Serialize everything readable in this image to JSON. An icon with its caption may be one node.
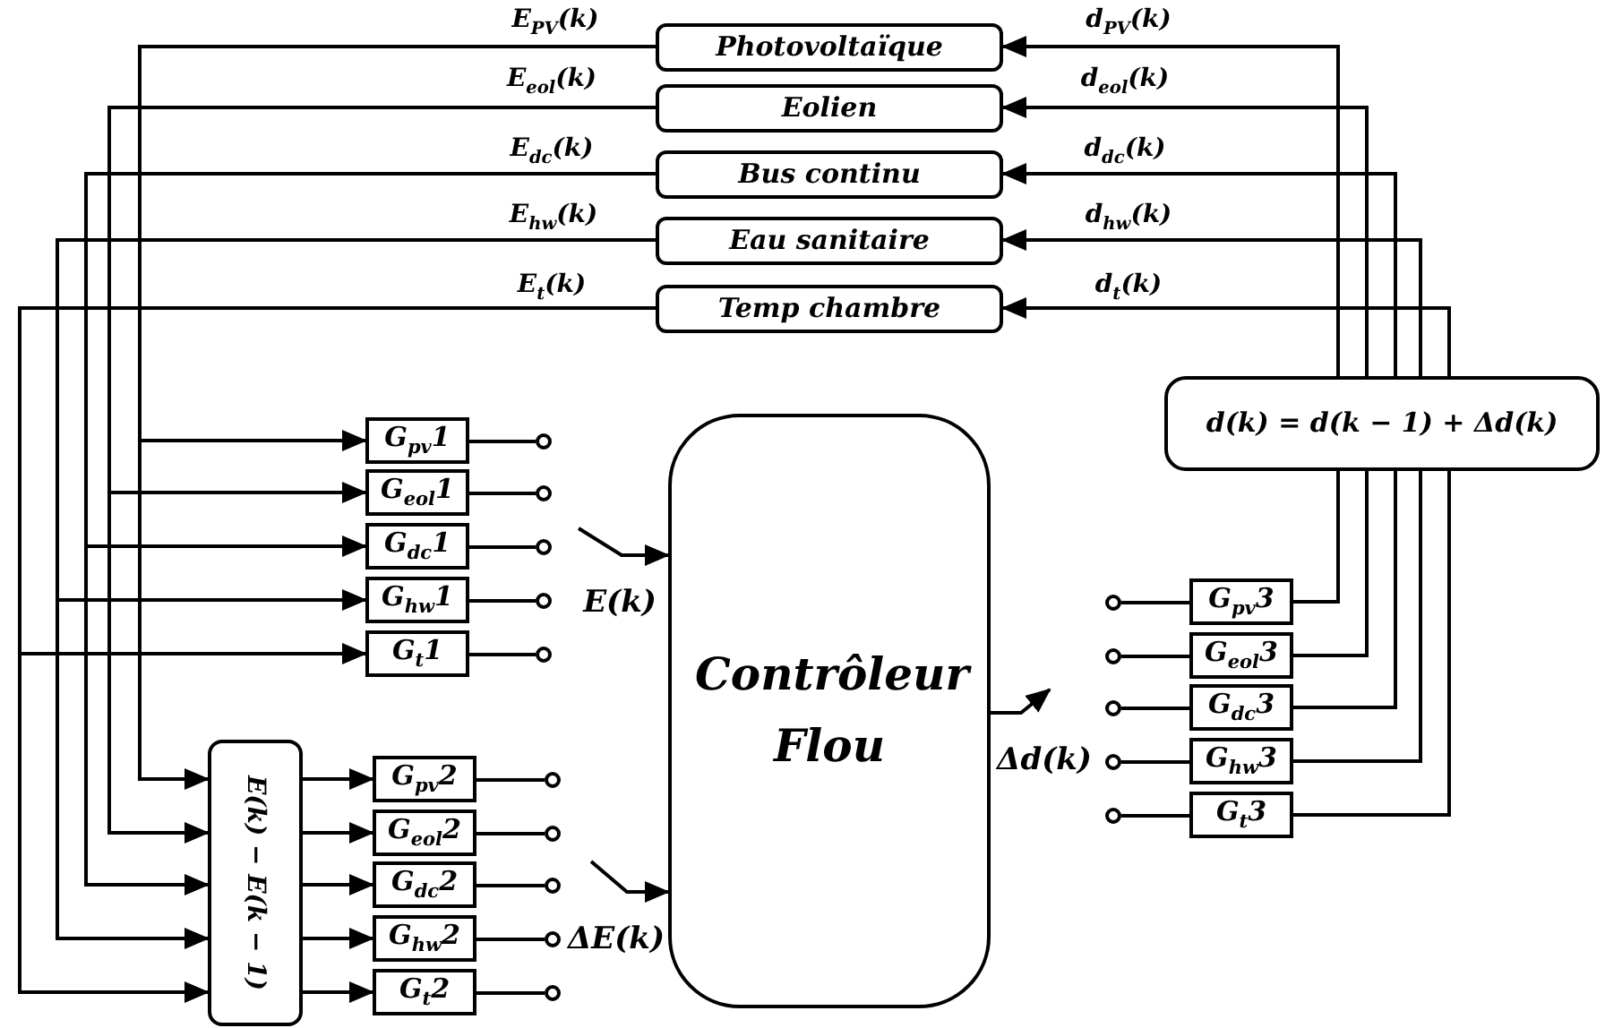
{
  "diagram": {
    "nodes": [
      {
        "text": [
          "Photovoltaïque"
        ]
      },
      {
        "text": [
          "Eolien"
        ]
      },
      {
        "text": [
          "Bus continu"
        ]
      },
      {
        "text": [
          "Eau sanitaire"
        ]
      },
      {
        "text": [
          "Temp chambre"
        ]
      },
      {
        "text": [
          "G$_{pv}$1"
        ]
      },
      {
        "text": [
          "G$_{eol}$1"
        ]
      },
      {
        "text": [
          "G$_{dc}$1"
        ]
      },
      {
        "text": [
          "G$_{hw}$1"
        ]
      },
      {
        "text": [
          "G$_{t}$1"
        ]
      },
      {
        "text": [
          "E(k) − E(k − 1)"
        ]
      },
      {
        "text": [
          "G$_{pv}$2"
        ]
      },
      {
        "text": [
          "G$_{eol}$2"
        ]
      },
      {
        "text": [
          "G$_{dc}$2"
        ]
      },
      {
        "text": [
          "G$_{hw}$2"
        ]
      },
      {
        "text": [
          "G$_{t}$2"
        ]
      },
      {
        "text": [
          "Contrôleur Flou"
        ]
      },
      {
        "text": [
          "d(k) = d(k − 1) + Δd(k)"
        ]
      },
      {
        "text": [
          "G$_{pv}$3"
        ]
      },
      {
        "text": [
          "G$_{eol}$3"
        ]
      },
      {
        "text": [
          "G$_{dc}$3"
        ]
      },
      {
        "text": [
          "G$_{hw}$3"
        ]
      },
      {
        "text": [
          "G$_{t}$3"
        ]
      },
      {
        "text": [],
        "shape": "circle"
      },
      {
        "text": [],
        "shape": "circle"
      },
      {
        "text": [],
        "shape": "circle"
      },
      {
        "text": [],
        "shape": "circle"
      },
      {
        "text": [],
        "shape": "circle"
      },
      {
        "text": [],
        "shape": "circle"
      },
      {
        "text": [],
        "shape": "circle"
      },
      {
        "text": [],
        "shape": "circle"
      },
      {
        "text": [],
        "shape": "circle"
      },
      {
        "text": [],
        "shape": "circle"
      },
      {
        "text": [],
        "shape": "circle"
      },
      {
        "text": [],
        "shape": "circle"
      },
      {
        "text": [],
        "shape": "circle"
      },
      {
        "text": [],
        "shape": "circle"
      },
      {
        "text": [],
        "shape": "circle"
      }
    ],
    "edges": [
      {
        "from": 0,
        "to": 5,
        "arrow": "to",
        "label": "E$_{PV}$(k)"
      },
      {
        "from": 1,
        "to": 6,
        "arrow": "to",
        "label": "E$_{eol}$(k)"
      },
      {
        "from": 2,
        "to": 7,
        "arrow": "to",
        "label": "E$_{dc}$(k)"
      },
      {
        "from": 3,
        "to": 8,
        "arrow": "to",
        "label": "E$_{hw}$(k)"
      },
      {
        "from": 4,
        "to": 9,
        "arrow": "to",
        "label": "E$_{t}$(k)"
      },
      {
        "from": 0,
        "to": 10,
        "arrow": "to"
      },
      {
        "from": 1,
        "to": 10,
        "arrow": "to"
      },
      {
        "from": 2,
        "to": 10,
        "arrow": "to"
      },
      {
        "from": 3,
        "to": 10,
        "arrow": "to"
      },
      {
        "from": 4,
        "to": 10,
        "arrow": "to"
      },
      {
        "from": 10,
        "to": 11,
        "arrow": "to"
      },
      {
        "from": 10,
        "to": 12,
        "arrow": "to"
      },
      {
        "from": 10,
        "to": 13,
        "arrow": "to"
      },
      {
        "from": 10,
        "to": 14,
        "arrow": "to"
      },
      {
        "from": 10,
        "to": 15,
        "arrow": "to"
      },
      {
        "from": 5,
        "to": 23,
        "arrow": "none"
      },
      {
        "from": 6,
        "to": 24,
        "arrow": "none"
      },
      {
        "from": 7,
        "to": 25,
        "arrow": "none"
      },
      {
        "from": 8,
        "to": 26,
        "arrow": "none"
      },
      {
        "from": 9,
        "to": 27,
        "arrow": "none"
      },
      {
        "from": 11,
        "to": 28,
        "arrow": "none"
      },
      {
        "from": 12,
        "to": 29,
        "arrow": "none"
      },
      {
        "from": 13,
        "to": 30,
        "arrow": "none"
      },
      {
        "from": 14,
        "to": 31,
        "arrow": "none"
      },
      {
        "from": 15,
        "to": 32,
        "arrow": "none"
      },
      {
        "from": null,
        "to": 16,
        "arrow": "to"
      },
      {
        "from": null,
        "to": 16,
        "arrow": "to"
      },
      {
        "from": 16,
        "to": null,
        "arrow": "to"
      },
      {
        "from": 33,
        "to": 18,
        "arrow": "none"
      },
      {
        "from": 34,
        "to": 19,
        "arrow": "none"
      },
      {
        "from": 35,
        "to": 20,
        "arrow": "none"
      },
      {
        "from": 36,
        "to": 21,
        "arrow": "none"
      },
      {
        "from": 37,
        "to": 22,
        "arrow": "none"
      },
      {
        "from": 18,
        "to": 17,
        "arrow": "none"
      },
      {
        "from": 19,
        "to": 17,
        "arrow": "none"
      },
      {
        "from": 20,
        "to": 17,
        "arrow": "none"
      },
      {
        "from": 21,
        "to": 17,
        "arrow": "none"
      },
      {
        "from": 22,
        "to": 17,
        "arrow": "none"
      },
      {
        "from": 17,
        "to": 0,
        "arrow": "to",
        "label": "d$_{PV}$(k)"
      },
      {
        "from": 17,
        "to": 1,
        "arrow": "to",
        "label": "d$_{eol}$(k)"
      },
      {
        "from": 17,
        "to": 2,
        "arrow": "to",
        "label": "d$_{dc}$(k)"
      },
      {
        "from": 17,
        "to": 3,
        "arrow": "to",
        "label": "d$_{hw}$(k)"
      },
      {
        "from": 17,
        "to": 4,
        "arrow": "to",
        "label": "d$_{t}$(k)"
      }
    ],
    "labels": [
      "E(k)",
      "ΔE(k)",
      "Δd(k)"
    ]
  }
}
